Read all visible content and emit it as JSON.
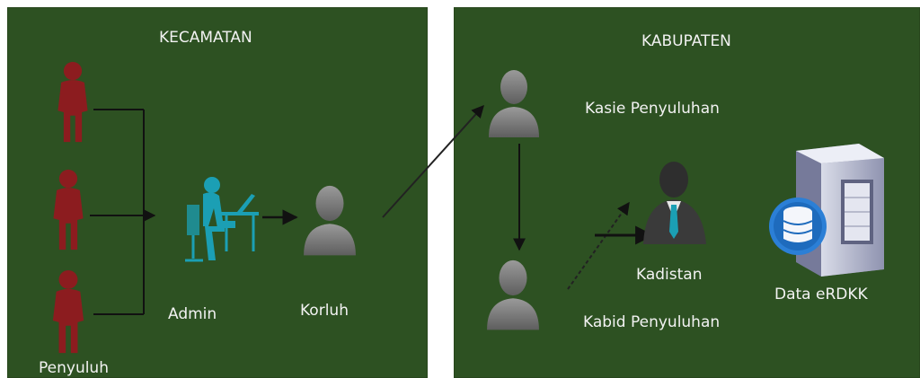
{
  "kecamatan": {
    "title": "KECAMATAN",
    "labels": {
      "penyuluh": "Penyuluh",
      "admin": "Admin",
      "korluh": "Korluh"
    }
  },
  "kabupaten": {
    "title": "KABUPATEN",
    "labels": {
      "kasie": "Kasie Penyuluhan",
      "kabid": "Kabid Penyuluhan",
      "kadistan": "Kadistan",
      "data": "Data eRDKK"
    }
  },
  "colors": {
    "panel": "#2d5122",
    "penyuluh": "#8c1c1f",
    "admin": "#1b9fb4",
    "official": "#7d7d7d",
    "kadistan": "#3a3a3a",
    "database": "#2b7fd6"
  }
}
